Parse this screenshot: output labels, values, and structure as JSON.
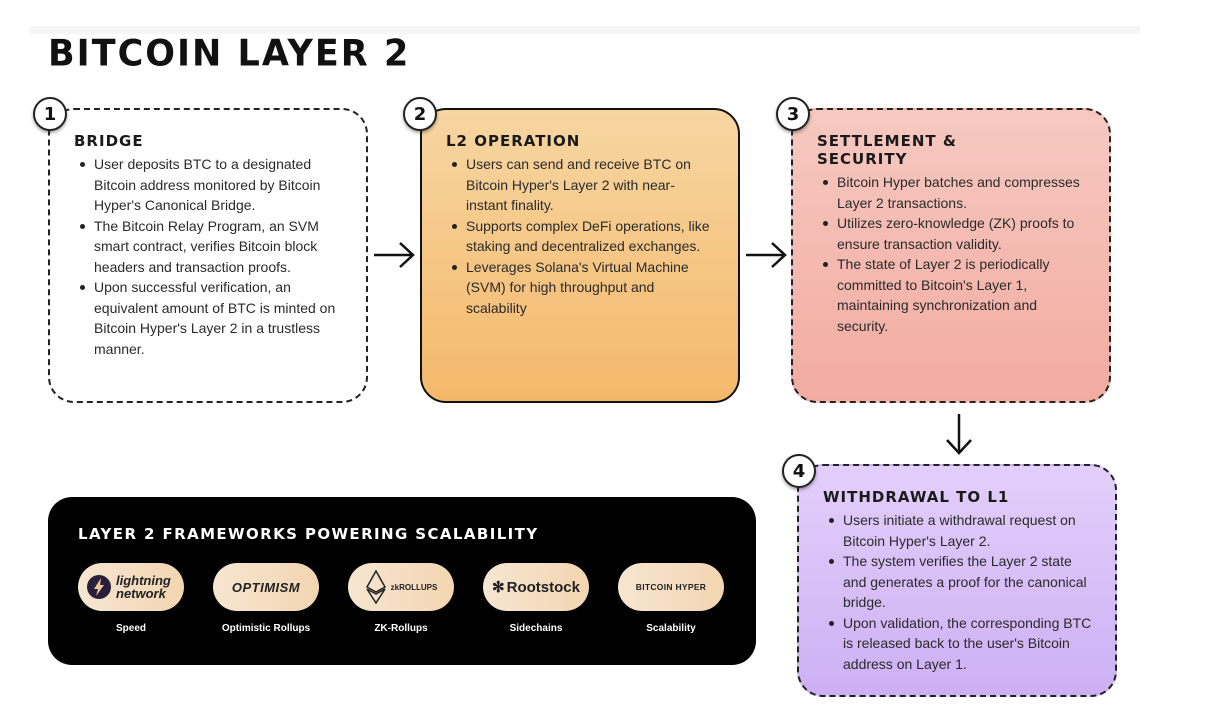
{
  "title": "BITCOIN LAYER 2",
  "steps": [
    {
      "number": "1",
      "heading": "BRIDGE",
      "bullets": [
        "User deposits BTC to a designated Bitcoin address monitored by Bitcoin Hyper's Canonical Bridge.",
        "The Bitcoin Relay Program, an SVM smart contract, verifies Bitcoin block headers and transaction proofs.",
        "Upon successful verification, an equivalent amount of BTC is minted on Bitcoin Hyper's Layer 2 in a trustless manner."
      ]
    },
    {
      "number": "2",
      "heading": "L2 OPERATION",
      "bullets": [
        "Users can send and receive BTC on Bitcoin Hyper's Layer 2 with near-instant finality.",
        "Supports complex DeFi operations, like staking and decentralized exchanges.",
        "Leverages Solana's Virtual Machine (SVM) for high throughput and scalability"
      ]
    },
    {
      "number": "3",
      "heading": "SETTLEMENT & SECURITY",
      "bullets": [
        "Bitcoin Hyper batches and compresses Layer 2 transactions.",
        "Utilizes zero-knowledge (ZK) proofs to ensure transaction validity.",
        "The state of Layer 2 is periodically committed to Bitcoin's Layer 1, maintaining synchronization and security."
      ]
    },
    {
      "number": "4",
      "heading": "WITHDRAWAL TO L1",
      "bullets": [
        "Users initiate a withdrawal request on Bitcoin Hyper's Layer 2.",
        "The system verifies the Layer 2 state and generates a proof for the canonical bridge.",
        "Upon validation, the corresponding BTC is released back to the user's Bitcoin address on Layer 1."
      ]
    }
  ],
  "frameworks": {
    "heading": "LAYER 2 FRAMEWORKS POWERING SCALABILITY",
    "items": [
      {
        "logo_text": "lightning network",
        "logo_icon": "lightning-bolt-icon",
        "caption": "Speed"
      },
      {
        "logo_text": "OPTIMISM",
        "caption": "Optimistic Rollups"
      },
      {
        "logo_text": "zkROLLUPS",
        "logo_icon": "ethereum-diamond-icon",
        "caption": "ZK-Rollups"
      },
      {
        "logo_text": "Rootstock",
        "logo_icon": "rootstock-icon",
        "caption": "Sidechains"
      },
      {
        "logo_text": "BITCOIN HYPER",
        "caption": "Scalability"
      }
    ]
  },
  "colors": {
    "step2_fill": "#f4b86a",
    "step3_fill": "#f2aba1",
    "step4_fill": "#cdb0f4",
    "frameworks_bg": "#000000"
  }
}
